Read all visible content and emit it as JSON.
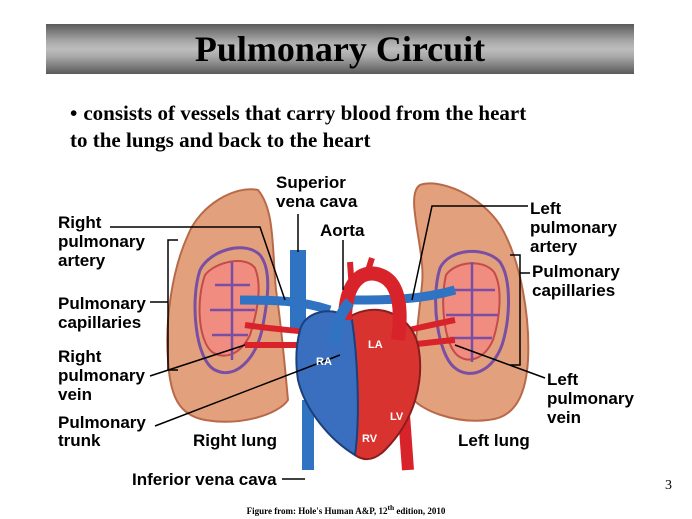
{
  "slide": {
    "title": "Pulmonary Circuit",
    "bullet_symbol": "•",
    "bullet_line1": "consists of vessels that carry blood from the heart",
    "bullet_line2": "to the lungs and back to the heart",
    "page_number": "3",
    "source_prefix": "Figure from: Hole's Human A&P, 12",
    "source_sup": "th",
    "source_suffix": " edition, 2010"
  },
  "diagram": {
    "labels": {
      "superior_vena_cava_1": "Superior",
      "superior_vena_cava_2": "vena cava",
      "aorta": "Aorta",
      "right_pulmonary_artery_1": "Right",
      "right_pulmonary_artery_2": "pulmonary",
      "right_pulmonary_artery_3": "artery",
      "left_pulmonary_artery_1": "Left",
      "left_pulmonary_artery_2": "pulmonary",
      "left_pulmonary_artery_3": "artery",
      "pulmonary_capillaries_right_1": "Pulmonary",
      "pulmonary_capillaries_right_2": "capillaries",
      "pulmonary_capillaries_left_1": "Pulmonary",
      "pulmonary_capillaries_left_2": "capillaries",
      "right_pulmonary_vein_1": "Right",
      "right_pulmonary_vein_2": "pulmonary",
      "right_pulmonary_vein_3": "vein",
      "left_pulmonary_vein_1": "Left",
      "left_pulmonary_vein_2": "pulmonary",
      "left_pulmonary_vein_3": "vein",
      "pulmonary_trunk_1": "Pulmonary",
      "pulmonary_trunk_2": "trunk",
      "right_lung": "Right lung",
      "left_lung": "Left lung",
      "inferior_vena_cava": "Inferior vena cava",
      "ra": "RA",
      "la": "LA",
      "rv": "RV",
      "lv": "LV"
    },
    "colors": {
      "lung": "#e3a07c",
      "lung_edge": "#b86a48",
      "artery": "#d9232b",
      "vein": "#2f73c2",
      "capillary": "#7a4fa3",
      "heart_red": "#d8332f",
      "heart_blue": "#3a6fc0"
    }
  }
}
